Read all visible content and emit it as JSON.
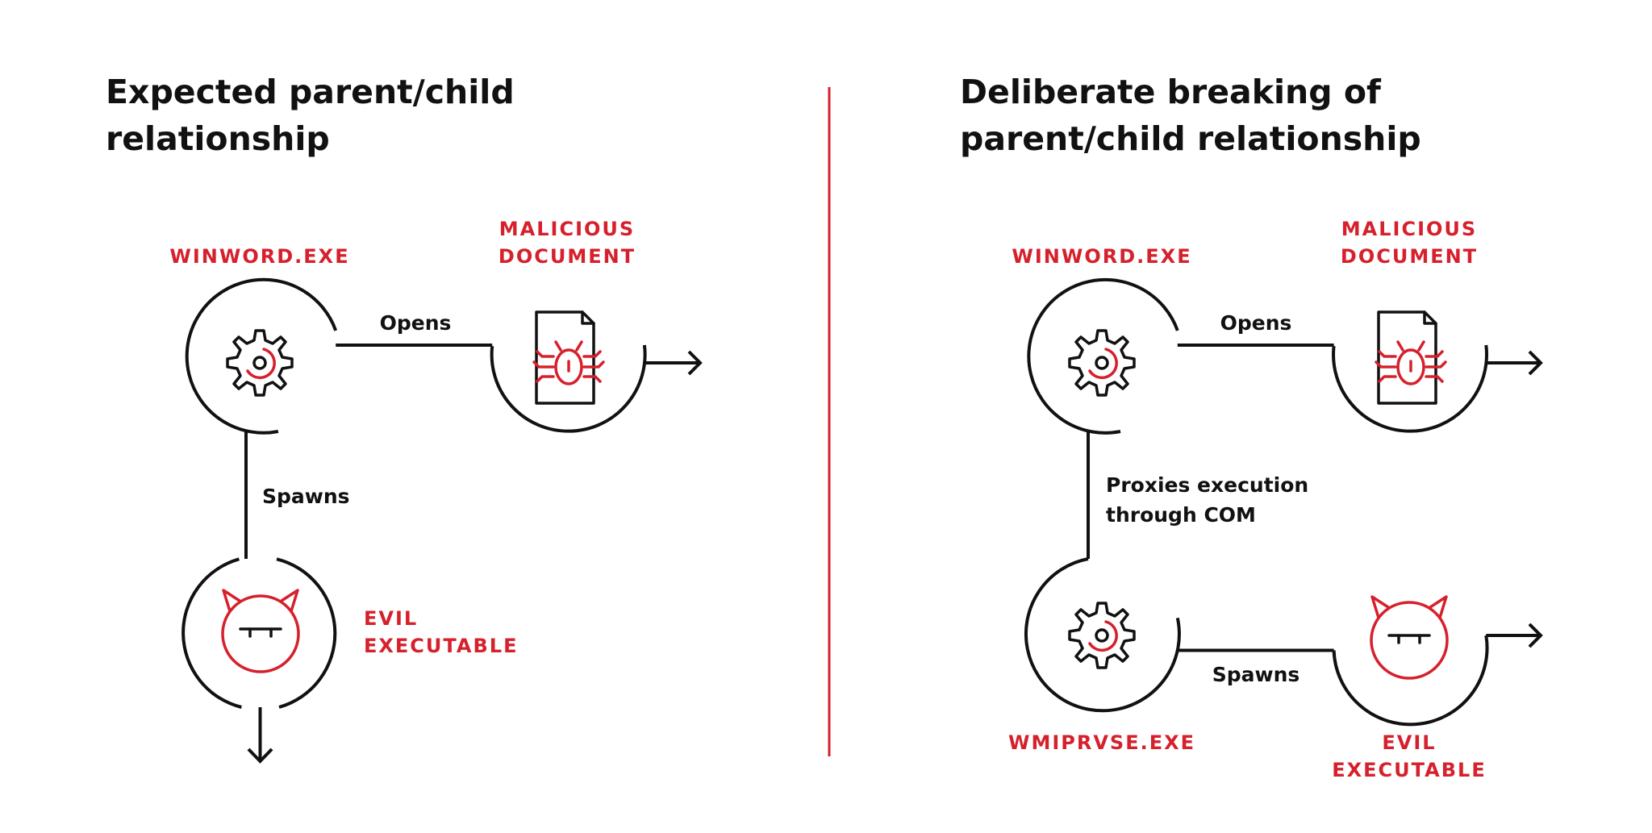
{
  "colors": {
    "accent": "#d6202c",
    "ink": "#111111",
    "background": "#ffffff"
  },
  "left_panel": {
    "title_line1": "Expected parent/child",
    "title_line2": "relationship",
    "nodes": {
      "winword": {
        "label": "WINWORD.EXE",
        "icon": "gear-icon"
      },
      "malicious_document": {
        "label_line1": "MALICIOUS",
        "label_line2": "DOCUMENT",
        "icon": "document-bug-icon"
      },
      "evil_executable": {
        "label_line1": "EVIL",
        "label_line2": "EXECUTABLE",
        "icon": "devil-face-icon"
      }
    },
    "edges": {
      "opens": "Opens",
      "spawns": "Spawns"
    }
  },
  "right_panel": {
    "title_line1": "Deliberate breaking of",
    "title_line2": "parent/child relationship",
    "nodes": {
      "winword": {
        "label": "WINWORD.EXE",
        "icon": "gear-icon"
      },
      "malicious_document": {
        "label_line1": "MALICIOUS",
        "label_line2": "DOCUMENT",
        "icon": "document-bug-icon"
      },
      "wmiprvse": {
        "label": "WMIPRVSE.EXE",
        "icon": "gear-icon"
      },
      "evil_executable": {
        "label_line1": "EVIL",
        "label_line2": "EXECUTABLE",
        "icon": "devil-face-icon"
      }
    },
    "edges": {
      "opens": "Opens",
      "proxies_line1": "Proxies execution",
      "proxies_line2": "through COM",
      "spawns": "Spawns"
    }
  }
}
